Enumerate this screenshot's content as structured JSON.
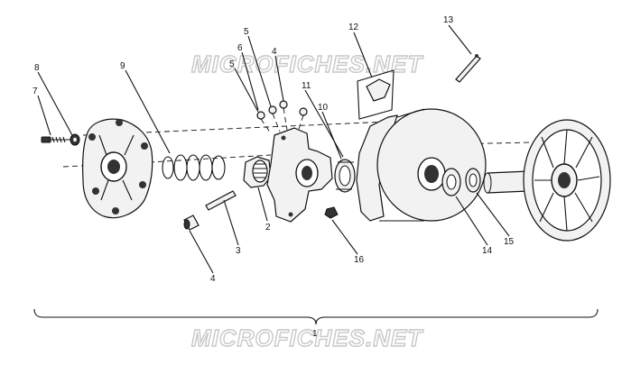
{
  "watermark": {
    "top": "MICROFICHES.NET",
    "bottom": "MICROFICHES.NET"
  },
  "callouts": {
    "c1": "1",
    "c2": "2",
    "c3": "3",
    "c4a": "4",
    "c4b": "4",
    "c5a": "5",
    "c5b": "5",
    "c6": "6",
    "c7": "7",
    "c8": "8",
    "c9": "9",
    "c10": "10",
    "c11": "11",
    "c12": "12",
    "c13": "13",
    "c14": "14",
    "c15": "15",
    "c16": "16"
  }
}
